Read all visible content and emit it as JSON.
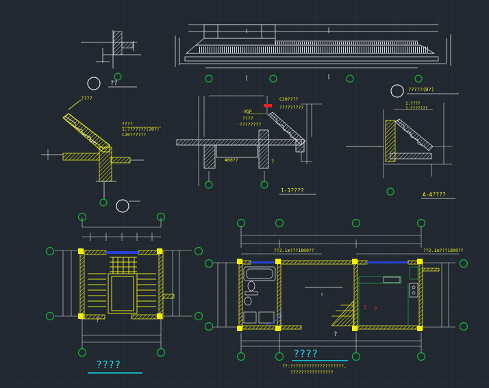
{
  "app": {
    "title": "CAD Drawing Viewer"
  },
  "colors": {
    "background": "#212830",
    "grid": "#2c3540",
    "line": "#e6e6e6",
    "axis": "#19b23a",
    "hatch": "#e8e51c",
    "text_yellow": "#f0f020",
    "text_cyan": "#19d8e8",
    "wall": "#f2f200",
    "window": "#2a40d8",
    "red": "#e22424"
  },
  "labels": {
    "detail_top_left": "??",
    "detail_right": "?????(D?)",
    "roof_note": "????",
    "roof_spec_1": "????",
    "roof_spec_2": "1:???????(20?)",
    "roof_spec_3": "C20??????",
    "mid_c20": "C20????",
    "mid_note_1": "?????????",
    "mid_vgp_1": "-VGP",
    "mid_vgp_2": "????",
    "mid_vgp_3": "-????????",
    "mid_bottom": "#60??",
    "mid_q": "?",
    "section_1": "1-1????",
    "section_aa": "A-A????",
    "right_spec_1": "1:????",
    "right_spec_2": "1:???????",
    "stair_q": "?",
    "plan_q": "?",
    "plan_note_left": "??2.1m???1800??",
    "plan_note_right": "??2.1m???1800??",
    "room_q1": "?",
    "room_q2": "?",
    "bottom_left_title": "????",
    "bottom_right_title": "????",
    "bottom_right_note_1": "??:????????????????????,",
    "bottom_right_note_2": "????????????????"
  }
}
